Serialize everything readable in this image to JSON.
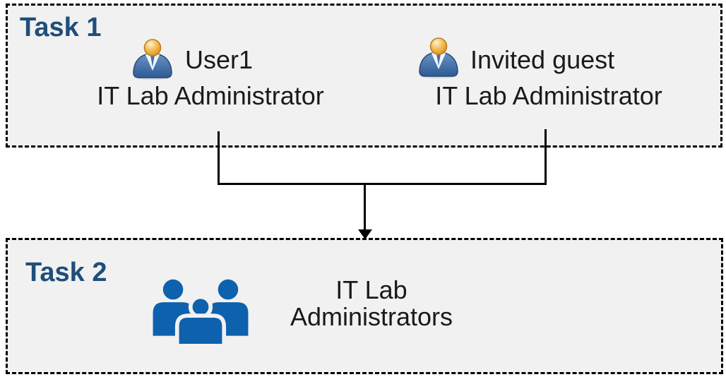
{
  "colors": {
    "task_label": "#1f4e79",
    "box_bg": "#f1f1f2",
    "box_border": "#000000",
    "connector": "#000000",
    "text": "#1a1a1a",
    "group_icon_blue": "#0e61ad",
    "person_body_blue": "#3a6ca8",
    "person_head_gold": "#eeab40"
  },
  "task1": {
    "label": "Task 1",
    "users": [
      {
        "name": "User1",
        "role": "IT Lab Administrator",
        "icon": "person-icon"
      },
      {
        "name": "Invited guest",
        "role": "IT Lab Administrator",
        "icon": "person-icon"
      }
    ]
  },
  "task2": {
    "label": "Task 2",
    "group": {
      "icon": "people-group-icon",
      "name_line1": "IT Lab",
      "name_line2": "Administrators"
    }
  },
  "connector": {
    "type": "merge-arrow-down"
  }
}
